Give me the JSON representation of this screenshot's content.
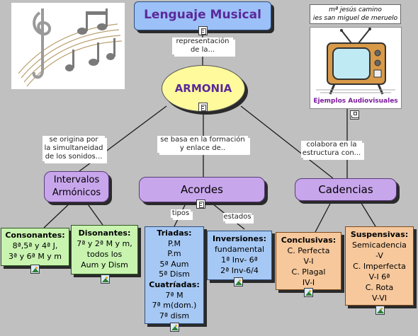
{
  "credit": {
    "line1": "mª jesús camino",
    "line2": "ies san miguel de meruelo"
  },
  "nodes": {
    "title": "Lenguaje Musical",
    "main": "ARMONIA",
    "intervals": {
      "line1": "Intervalos",
      "line2": "Armónicos"
    },
    "acordes": "Acordes",
    "cadencias": "Cadencias",
    "tv_label": "Ejemplos Audiovisuales"
  },
  "links": {
    "representacion": {
      "line1": "representación",
      "line2": "de la..."
    },
    "origina": {
      "line1": "se origina por",
      "line2": "la simultaneidad",
      "line3": "de los sonidos..."
    },
    "basa": {
      "line1": "se basa en la formación",
      "line2": "y enlace de.."
    },
    "colabora": {
      "line1": "colabora en la",
      "line2": "estructura con..."
    },
    "tipos": "tipos",
    "estados": "estados"
  },
  "consonantes": {
    "heading": "Consonantes:",
    "line1": "8ª,5ª y 4ª J,",
    "line2": "3ª y 6ª M y m"
  },
  "disonantes": {
    "heading": "Disonantes:",
    "line1": "7ª y 2ª M y m,",
    "line2": "todos los",
    "line3": "Aum y Dism"
  },
  "triadas": {
    "heading": "Triadas:",
    "items": [
      "P.M",
      "P.m",
      "5ª Aum",
      "5ª Dism"
    ],
    "heading2": "Cuatríadas:",
    "items2": [
      "7ª M",
      "7ª m(dom.)",
      "7ª dism"
    ]
  },
  "inversiones": {
    "heading": "Inversiones:",
    "line1": "fundamental",
    "line2": "1ª Inv- 6ª",
    "line3": "2ª Inv-6/4"
  },
  "conclusivas": {
    "heading": "Conclusivas:",
    "line1": "C. Perfecta",
    "line2": "V-I",
    "line3": "C. Plagal",
    "line4": "IV-I"
  },
  "suspensivas": {
    "heading": "Suspensivas:",
    "line1": "Semicadencia",
    "line2": "-V",
    "line3": "C. Imperfecta",
    "line4": "V-I 6ª",
    "line5": "C. Rota",
    "line6": "V-VI"
  },
  "colors": {
    "background": "#c0c0c0",
    "purple": "#c8a6ec",
    "light_blue": "#a6c8f4",
    "green": "#c8f4b0",
    "orange": "#f6c89c",
    "yellow": "#fffa9c",
    "title_text": "#5a2a9a"
  },
  "icons": [
    "music-notes-illustration",
    "television-illustration",
    "document-icon",
    "image-icon",
    "network-icon"
  ]
}
